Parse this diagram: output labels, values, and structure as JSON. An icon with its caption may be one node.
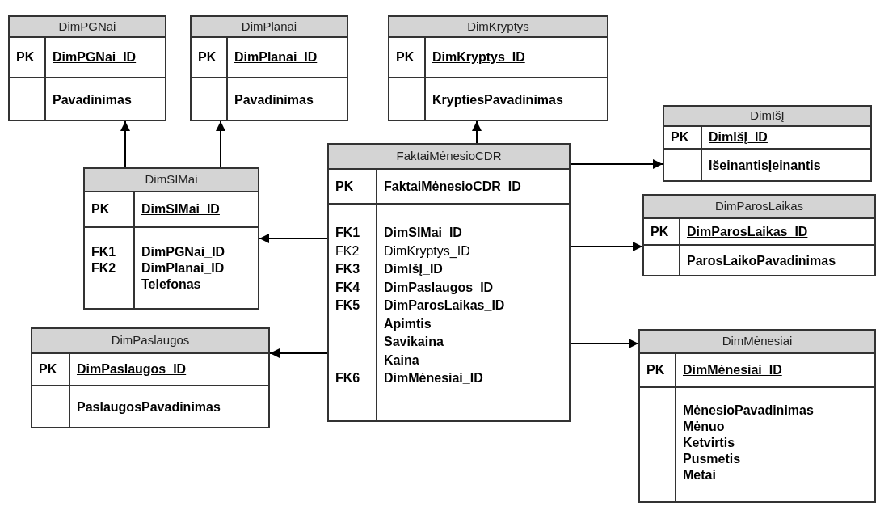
{
  "diagram": {
    "nodes": [
      {
        "text": [
          "DimPGNai",
          "PK",
          "DimPGNai_ID",
          "Pavadinimas"
        ]
      },
      {
        "text": [
          "DimPlanai",
          "PK",
          "DimPlanai_ID",
          "Pavadinimas"
        ]
      },
      {
        "text": [
          "DimKryptys",
          "PK",
          "DimKryptys_ID",
          "KryptiesPavadinimas"
        ]
      },
      {
        "text": [
          "DimIšĮ",
          "PK",
          "DimIšĮ_ID",
          "IšeinantisĮeinantis"
        ]
      },
      {
        "text": [
          "FaktaiMėnesioCDR",
          "PK",
          "FaktaiMėnesioCDR_ID",
          "FK1",
          "DimSIMai_ID",
          "FK2",
          "DimKryptys_ID",
          "FK3",
          "DimIšĮ_ID",
          "FK4",
          "DimPaslaugos_ID",
          "FK5",
          "DimParosLaikas_ID",
          "Apimtis",
          "Savikaina",
          "Kaina",
          "FK6",
          "DimMėnesiai_ID"
        ]
      },
      {
        "text": [
          "DimSIMai",
          "PK",
          "DimSIMai_ID",
          "FK1",
          "DimPGNai_ID",
          "FK2",
          "DimPlanai_ID",
          "Telefonas"
        ]
      },
      {
        "text": [
          "DimParosLaikas",
          "PK",
          "DimParosLaikas_ID",
          "ParosLaikoPavadinimas"
        ]
      },
      {
        "text": [
          "DimPaslaugos",
          "PK",
          "DimPaslaugos_ID",
          "PaslaugosPavadinimas"
        ]
      },
      {
        "text": [
          "DimMėnesiai",
          "PK",
          "DimMėnesiai_ID",
          "MėnesioPavadinimas",
          "Mėnuo",
          "Ketvirtis",
          "Pusmetis",
          "Metai"
        ]
      }
    ],
    "edges": [
      {
        "from": 5,
        "to": 0,
        "arrow": "to"
      },
      {
        "from": 5,
        "to": 1,
        "arrow": "to"
      },
      {
        "from": 4,
        "to": 2,
        "arrow": "to"
      },
      {
        "from": 4,
        "to": 3,
        "arrow": "to"
      },
      {
        "from": 4,
        "to": 5,
        "arrow": "to"
      },
      {
        "from": 4,
        "to": 6,
        "arrow": "to"
      },
      {
        "from": 4,
        "to": 7,
        "arrow": "to"
      },
      {
        "from": 4,
        "to": 8,
        "arrow": "to"
      }
    ]
  }
}
